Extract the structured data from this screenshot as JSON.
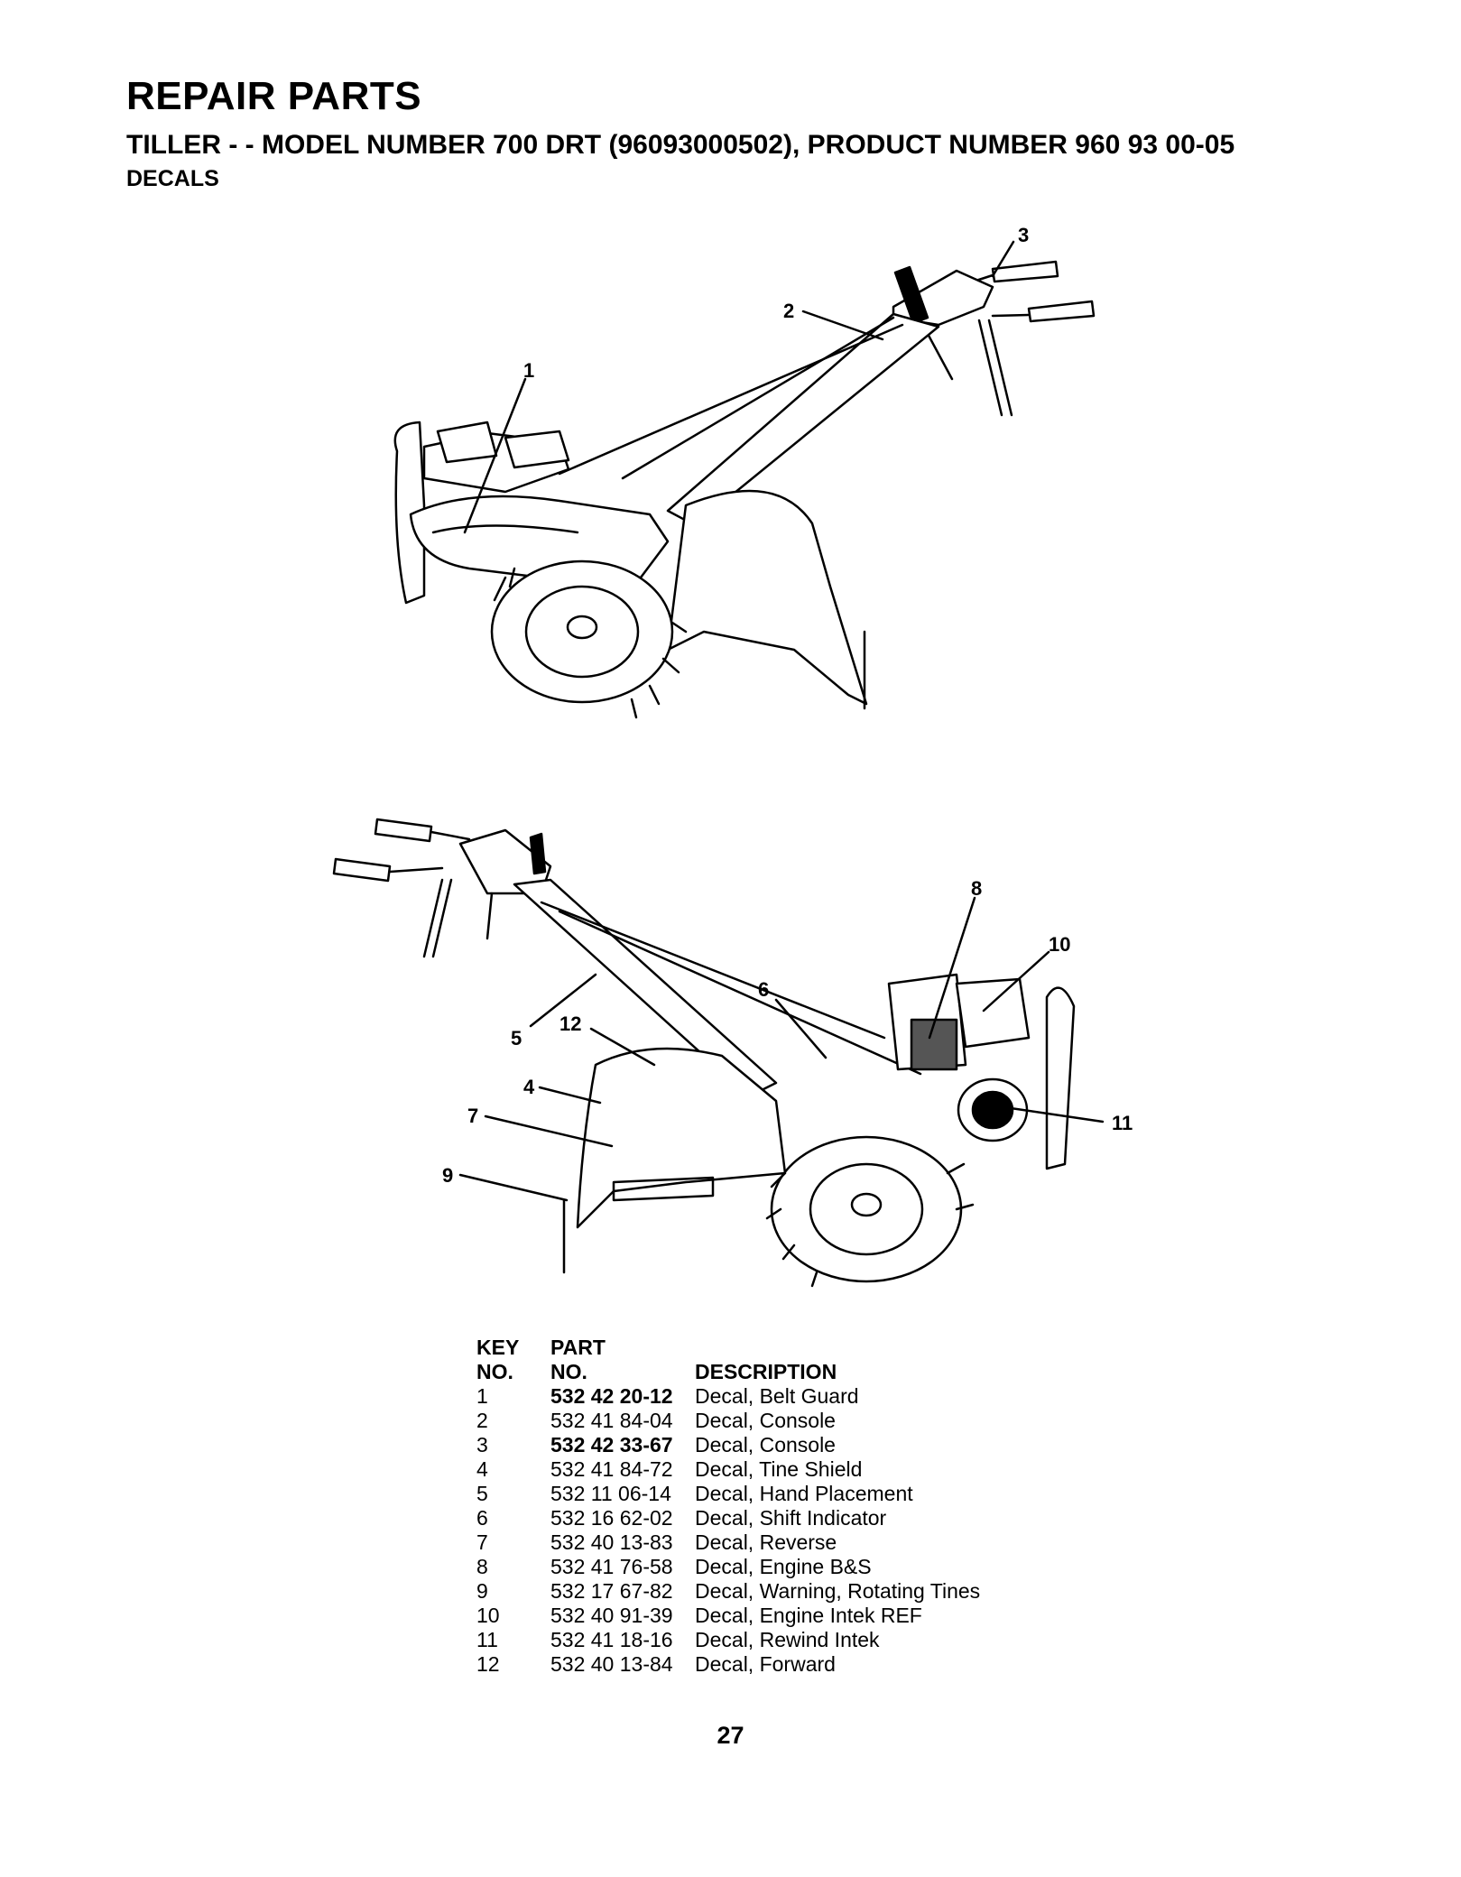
{
  "header": {
    "title": "REPAIR PARTS",
    "subtitle": "TILLER - - MODEL NUMBER 700 DRT (96093000502), PRODUCT NUMBER 960 93 00-05",
    "section": "DECALS"
  },
  "callouts": {
    "c1": "1",
    "c2": "2",
    "c3": "3",
    "c4": "4",
    "c5": "5",
    "c6": "6",
    "c7": "7",
    "c8": "8",
    "c9": "9",
    "c10": "10",
    "c11": "11",
    "c12": "12"
  },
  "table": {
    "col_key_line1": "KEY",
    "col_key_line2": "NO.",
    "col_part_line1": "PART",
    "col_part_line2": "NO.",
    "col_desc": "DESCRIPTION",
    "rows": [
      {
        "key": "1",
        "part": "532 42 20-12",
        "desc": "Decal, Belt Guard"
      },
      {
        "key": "2",
        "part": "532 41 84-04",
        "desc": "Decal, Console"
      },
      {
        "key": "3",
        "part": "532 42 33-67",
        "desc": "Decal, Console"
      },
      {
        "key": "4",
        "part": "532 41 84-72",
        "desc": "Decal, Tine Shield"
      },
      {
        "key": "5",
        "part": "532 11 06-14",
        "desc": "Decal, Hand Placement"
      },
      {
        "key": "6",
        "part": "532 16 62-02",
        "desc": "Decal, Shift Indicator"
      },
      {
        "key": "7",
        "part": "532 40 13-83",
        "desc": "Decal, Reverse"
      },
      {
        "key": "8",
        "part": "532 41 76-58",
        "desc": "Decal, Engine B&S"
      },
      {
        "key": "9",
        "part": "532 17 67-82",
        "desc": "Decal, Warning, Rotating Tines"
      },
      {
        "key": "10",
        "part": "532 40 91-39",
        "desc": "Decal, Engine Intek REF"
      },
      {
        "key": "11",
        "part": "532 41 18-16",
        "desc": "Decal, Rewind Intek"
      },
      {
        "key": "12",
        "part": "532 40 13-84",
        "desc": "Decal, Forward"
      }
    ]
  },
  "page_number": "27"
}
